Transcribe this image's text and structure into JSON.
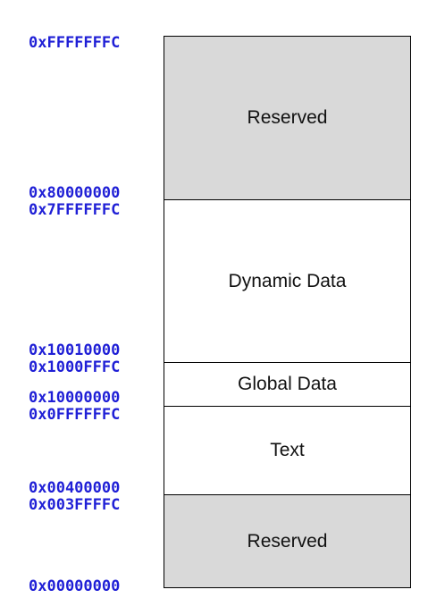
{
  "segments": [
    {
      "label": "Reserved"
    },
    {
      "label": "Dynamic Data"
    },
    {
      "label": "Global Data"
    },
    {
      "label": "Text"
    },
    {
      "label": "Reserved"
    }
  ],
  "addresses": [
    "0xFFFFFFFC",
    "0x80000000",
    "0x7FFFFFFC",
    "0x10010000",
    "0x1000FFFC",
    "0x10000000",
    "0x0FFFFFFC",
    "0x00400000",
    "0x003FFFFC",
    "0x00000000"
  ],
  "colors": {
    "address_text": "#1f1fd6",
    "reserved_fill": "#d9d9d9",
    "border": "#000000"
  }
}
